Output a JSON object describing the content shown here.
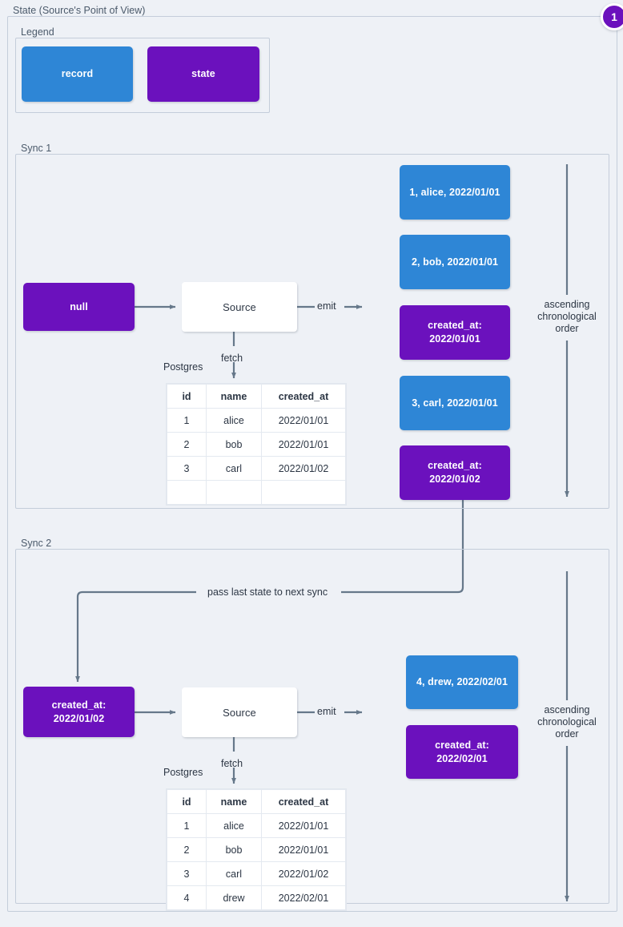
{
  "diagram": {
    "title": "State (Source's Point of View)",
    "badge": "1"
  },
  "legend": {
    "label": "Legend",
    "items": [
      {
        "label": "record",
        "kind": "record",
        "color": "#2e86d6"
      },
      {
        "label": "state",
        "kind": "state",
        "color": "#6b11bd"
      }
    ]
  },
  "sync1": {
    "label": "Sync 1",
    "state_in": "null",
    "source": "Source",
    "emit_label": "emit",
    "fetch_label": "fetch",
    "db_label": "Postgres",
    "order_note": "ascending\nchronological\norder",
    "table": {
      "columns": [
        "id",
        "name",
        "created_at"
      ],
      "rows": [
        [
          "1",
          "alice",
          "2022/01/01"
        ],
        [
          "2",
          "bob",
          "2022/01/01"
        ],
        [
          "3",
          "carl",
          "2022/01/02"
        ],
        [
          "",
          "",
          ""
        ]
      ]
    },
    "emitted": [
      {
        "kind": "record",
        "text": "1, alice, 2022/01/01"
      },
      {
        "kind": "record",
        "text": "2, bob, 2022/01/01"
      },
      {
        "kind": "state",
        "text": "created_at:\n2022/01/01"
      },
      {
        "kind": "record",
        "text": "3, carl, 2022/01/01"
      },
      {
        "kind": "state",
        "text": "created_at:\n2022/01/02"
      }
    ]
  },
  "sync2": {
    "label": "Sync 2",
    "state_in": "created_at:\n2022/01/02",
    "source": "Source",
    "emit_label": "emit",
    "fetch_label": "fetch",
    "db_label": "Postgres",
    "pass_label": "pass last state to next sync",
    "order_note": "ascending\nchronological\norder",
    "table": {
      "columns": [
        "id",
        "name",
        "created_at"
      ],
      "rows": [
        [
          "1",
          "alice",
          "2022/01/01"
        ],
        [
          "2",
          "bob",
          "2022/01/01"
        ],
        [
          "3",
          "carl",
          "2022/01/02"
        ],
        [
          "4",
          "drew",
          "2022/02/01"
        ]
      ]
    },
    "emitted": [
      {
        "kind": "record",
        "text": "4, drew, 2022/02/01"
      },
      {
        "kind": "state",
        "text": "created_at:\n2022/02/01"
      }
    ]
  }
}
